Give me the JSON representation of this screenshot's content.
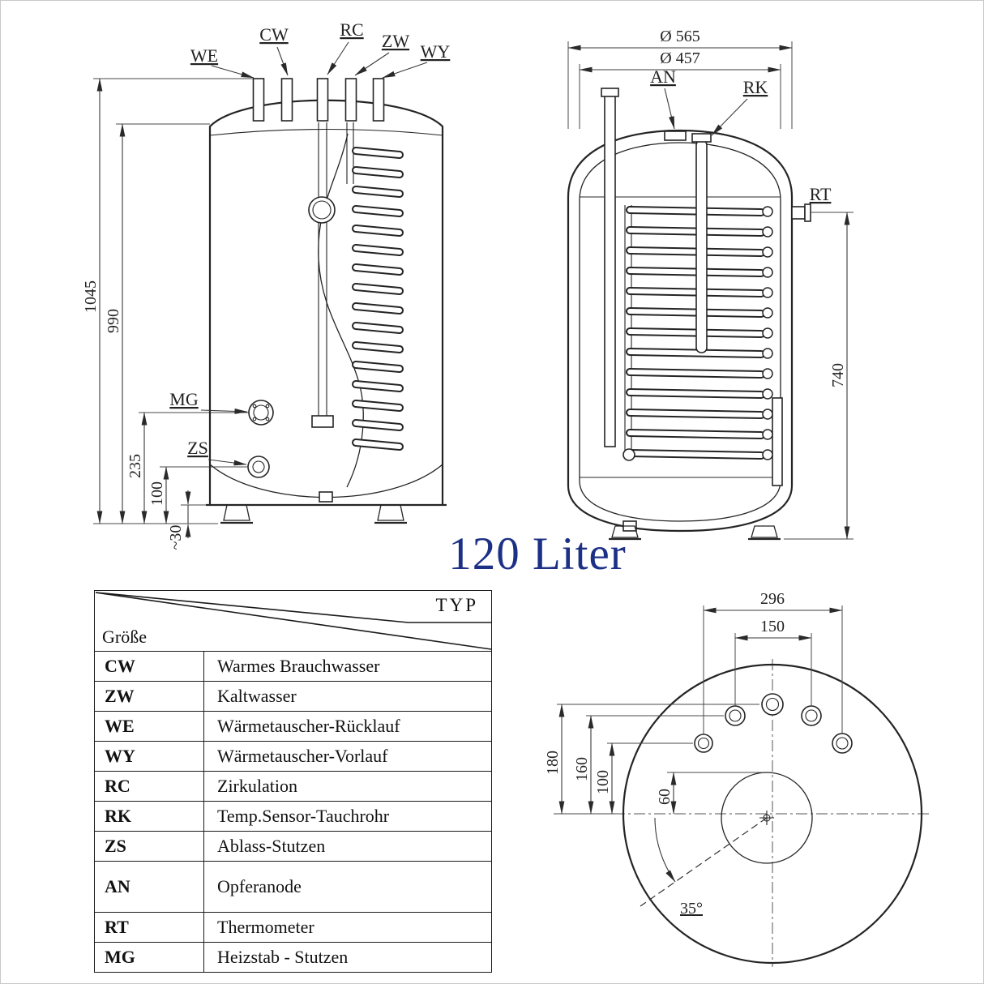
{
  "title": "120 Liter",
  "front_view": {
    "connections": {
      "we": "WE",
      "cw": "CW",
      "rc": "RC",
      "zw": "ZW",
      "wy": "WY"
    },
    "ports": {
      "mg": "MG",
      "zs": "ZS"
    },
    "dims": {
      "total_height": "1045",
      "body_height": "990",
      "mg_height": "235",
      "zs_height": "100",
      "foot_height": "~30"
    }
  },
  "section_view": {
    "labels": {
      "an": "AN",
      "rk": "RK",
      "rt": "RT"
    },
    "dims": {
      "outer_diameter": "Ø 565",
      "inner_diameter": "Ø 457",
      "rt_height": "740"
    }
  },
  "top_view": {
    "dims": {
      "span_outer": "296",
      "span_inner": "150",
      "offset_180": "180",
      "offset_160": "160",
      "offset_100": "100",
      "offset_60": "60",
      "angle": "35°"
    }
  },
  "legend": {
    "typ": "TYP",
    "size": "Größe",
    "rows": [
      {
        "code": "CW",
        "label": "Warmes Brauchwasser"
      },
      {
        "code": "ZW",
        "label": "Kaltwasser"
      },
      {
        "code": "WE",
        "label": "Wärmetauscher-Rücklauf"
      },
      {
        "code": "WY",
        "label": "Wärmetauscher-Vorlauf"
      },
      {
        "code": "RC",
        "label": "Zirkulation"
      },
      {
        "code": "RK",
        "label": "Temp.Sensor-Tauchrohr"
      },
      {
        "code": "ZS",
        "label": "Ablass-Stutzen"
      },
      {
        "code": "AN",
        "label": "Opferanode"
      },
      {
        "code": "RT",
        "label": "Thermometer"
      },
      {
        "code": "MG",
        "label": "Heizstab - Stutzen"
      }
    ]
  }
}
